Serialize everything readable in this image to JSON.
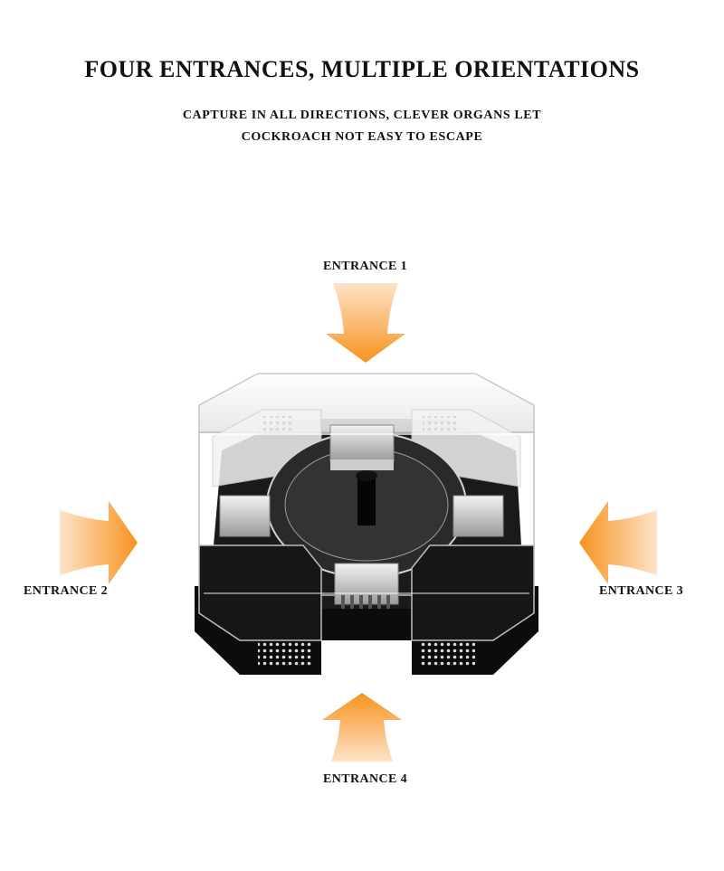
{
  "headline": "FOUR ENTRANCES, MULTIPLE ORIENTATIONS",
  "subheadline": {
    "line1": "CAPTURE IN ALL DIRECTIONS, CLEVER ORGANS LET",
    "line2": "COCKROACH NOT EASY TO ESCAPE"
  },
  "entrances": [
    {
      "label": "ENTRANCE 1",
      "direction": "down"
    },
    {
      "label": "ENTRANCE 2",
      "direction": "right"
    },
    {
      "label": "ENTRANCE 3",
      "direction": "left"
    },
    {
      "label": "ENTRANCE 4",
      "direction": "up"
    }
  ],
  "colors": {
    "arrow_light": "#fde3c8",
    "arrow_dark": "#f7931e",
    "text": "#111111",
    "base": "#0c0c0c"
  },
  "icons": {
    "arrow": "orange-gradient-arrow",
    "product": "clear-plastic-cockroach-trap"
  }
}
